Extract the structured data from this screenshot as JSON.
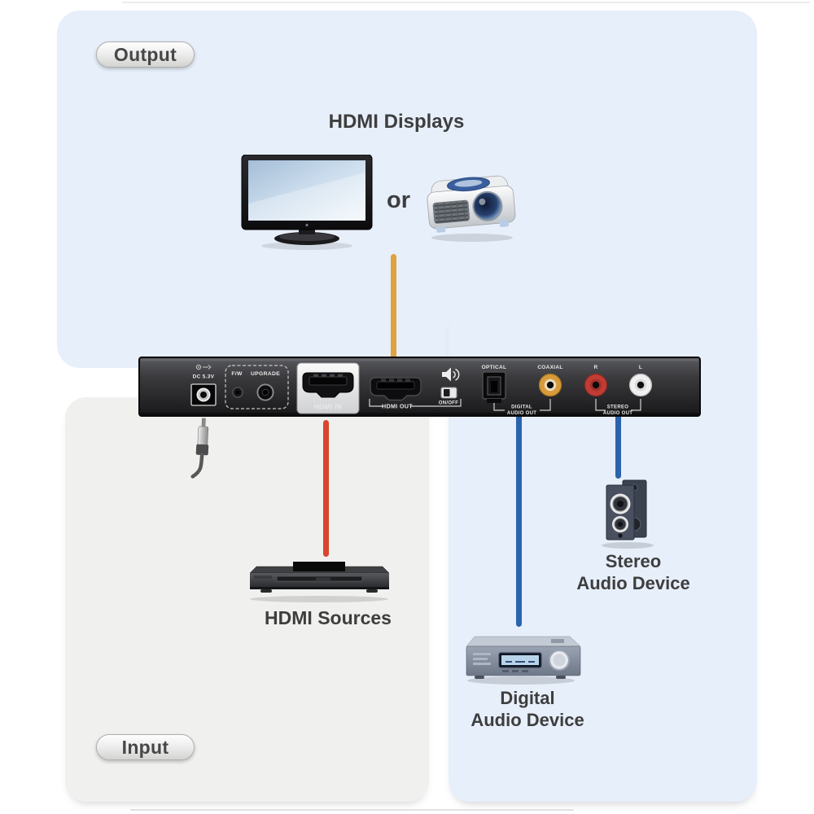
{
  "sections": {
    "output_label": "Output",
    "input_label": "Input"
  },
  "display_group": {
    "title": "HDMI Displays",
    "or": "or"
  },
  "source_group": {
    "title": "HDMI Sources"
  },
  "stereo_device": {
    "line1": "Stereo",
    "line2": "Audio Device"
  },
  "digital_device": {
    "line1": "Digital",
    "line2": "Audio Device"
  },
  "rear_panel": {
    "dc_label": "DC 5.3V",
    "fw_label": "F/W",
    "upgrade_label": "UPGRADE",
    "hdmi_in_label": "HDMI IN",
    "hdmi_out_label": "HDMI OUT",
    "onoff_label": "ON/OFF",
    "optical_label": "OPTICAL",
    "coaxial_label": "COAXIAL",
    "digital_out_label_line1": "DIGITAL",
    "digital_out_label_line2": "AUDIO OUT",
    "right_label": "R",
    "left_label": "L",
    "stereo_out_label_line1": "STEREO",
    "stereo_out_label_line2": "AUDIO OUT"
  },
  "colors": {
    "panel_blue": "#e7effa",
    "panel_gray": "#f0f0ee",
    "cable_hdmi_out": "#e2a23c",
    "cable_hdmi_in": "#d8462f",
    "cable_audio": "#2b64ae",
    "coaxial_port": "#d89a3b",
    "rca_right": "#c13c34",
    "rca_left": "#f0f0f0"
  }
}
